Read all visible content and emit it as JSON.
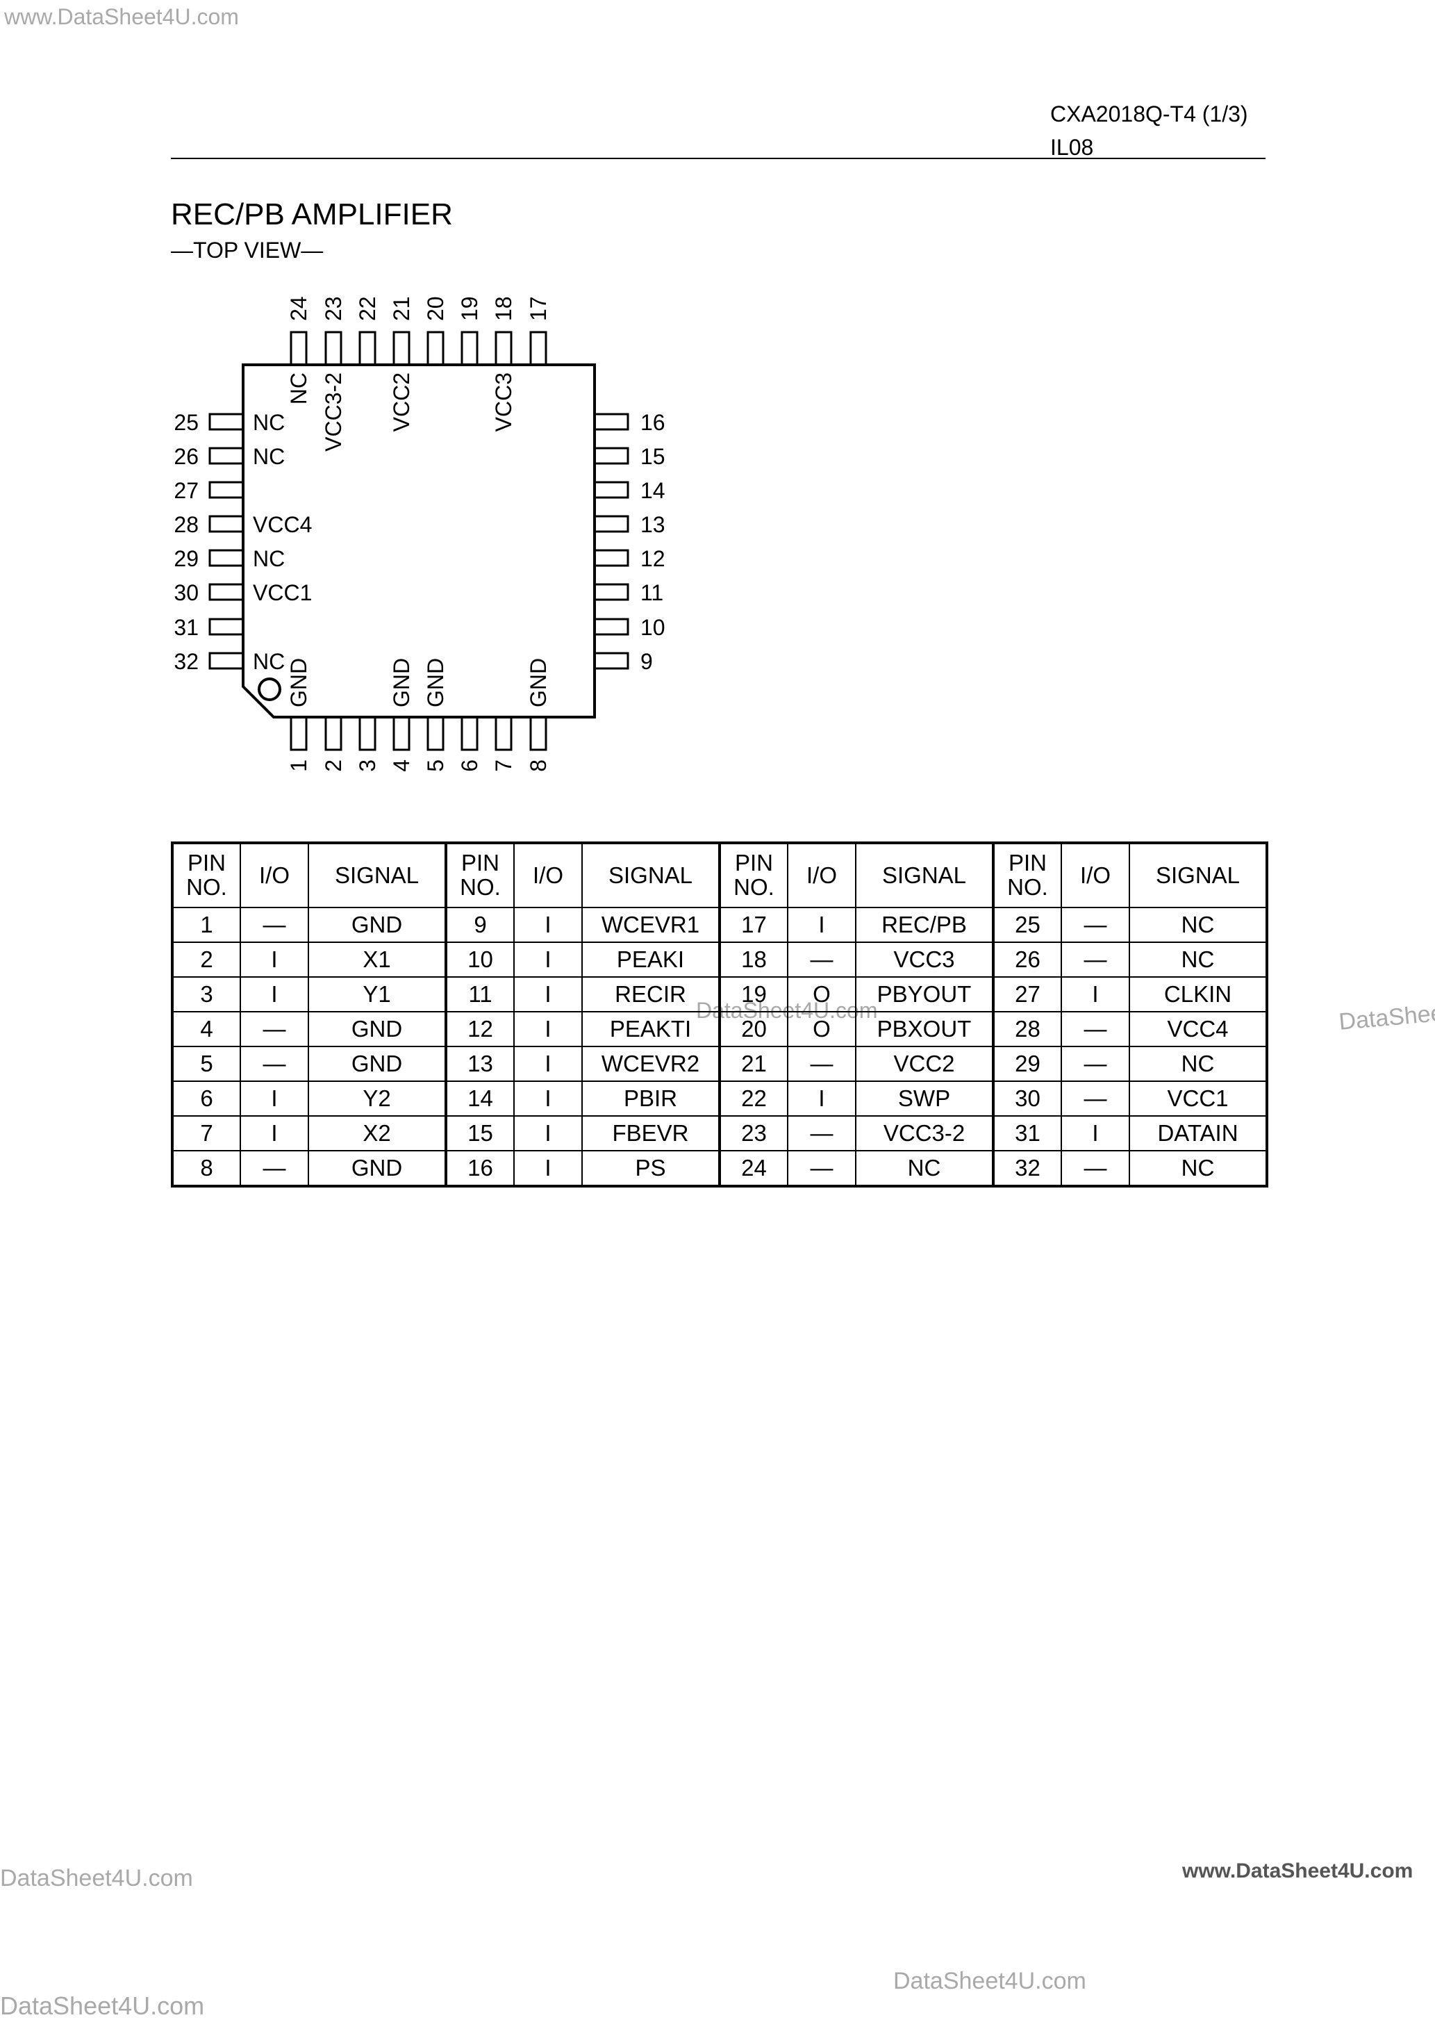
{
  "watermarks": {
    "top_left": "www.DataSheet4U.com",
    "center": "DataSheet4U.com",
    "right_edge": "DataShee",
    "bottom_left": "DataSheet4U.com",
    "bottom_right": "www.DataSheet4U.com",
    "bottom_center": "DataSheet4U.com",
    "footer_left": "DataSheet4U.com"
  },
  "header": {
    "part_number": "CXA2018Q-T4 (1/3)",
    "doc_id": "IL08"
  },
  "section": {
    "title": "REC/PB AMPLIFIER",
    "subtitle": "—TOP VIEW—"
  },
  "package": {
    "top_pins": [
      "24",
      "23",
      "22",
      "21",
      "20",
      "19",
      "18",
      "17"
    ],
    "top_labels": [
      {
        "pin": "24",
        "label": "NC"
      },
      {
        "pin": "23",
        "label": "VCC3-2"
      },
      {
        "pin": "21",
        "label": "VCC2"
      },
      {
        "pin": "18",
        "label": "VCC3"
      }
    ],
    "bottom_pins": [
      "1",
      "2",
      "3",
      "4",
      "5",
      "6",
      "7",
      "8"
    ],
    "bottom_labels": [
      {
        "pin": "1",
        "label": "GND"
      },
      {
        "pin": "4",
        "label": "GND"
      },
      {
        "pin": "5",
        "label": "GND"
      },
      {
        "pin": "8",
        "label": "GND"
      }
    ],
    "left_pins": [
      "25",
      "26",
      "27",
      "28",
      "29",
      "30",
      "31",
      "32"
    ],
    "left_labels": [
      "NC",
      "NC",
      "",
      "VCC4",
      "NC",
      "VCC1",
      "",
      "NC"
    ],
    "right_pins": [
      "16",
      "15",
      "14",
      "13",
      "12",
      "11",
      "10",
      "9"
    ]
  },
  "table": {
    "headers": [
      "PIN\nNO.",
      "I/O",
      "SIGNAL",
      "PIN\nNO.",
      "I/O",
      "SIGNAL",
      "PIN\nNO.",
      "I/O",
      "SIGNAL",
      "PIN\nNO.",
      "I/O",
      "SIGNAL"
    ],
    "rows": [
      [
        "1",
        "—",
        "GND",
        "9",
        "I",
        "WCEVR1",
        "17",
        "I",
        "REC/PB",
        "25",
        "—",
        "NC"
      ],
      [
        "2",
        "I",
        "X1",
        "10",
        "I",
        "PEAKI",
        "18",
        "—",
        "VCC3",
        "26",
        "—",
        "NC"
      ],
      [
        "3",
        "I",
        "Y1",
        "11",
        "I",
        "RECIR",
        "19",
        "O",
        "PBYOUT",
        "27",
        "I",
        "CLKIN"
      ],
      [
        "4",
        "—",
        "GND",
        "12",
        "I",
        "PEAKTI",
        "20",
        "O",
        "PBXOUT",
        "28",
        "—",
        "VCC4"
      ],
      [
        "5",
        "—",
        "GND",
        "13",
        "I",
        "WCEVR2",
        "21",
        "—",
        "VCC2",
        "29",
        "—",
        "NC"
      ],
      [
        "6",
        "I",
        "Y2",
        "14",
        "I",
        "PBIR",
        "22",
        "I",
        "SWP",
        "30",
        "—",
        "VCC1"
      ],
      [
        "7",
        "I",
        "X2",
        "15",
        "I",
        "FBEVR",
        "23",
        "—",
        "VCC3-2",
        "31",
        "I",
        "DATAIN"
      ],
      [
        "8",
        "—",
        "GND",
        "16",
        "I",
        "PS",
        "24",
        "—",
        "NC",
        "32",
        "—",
        "NC"
      ]
    ]
  }
}
